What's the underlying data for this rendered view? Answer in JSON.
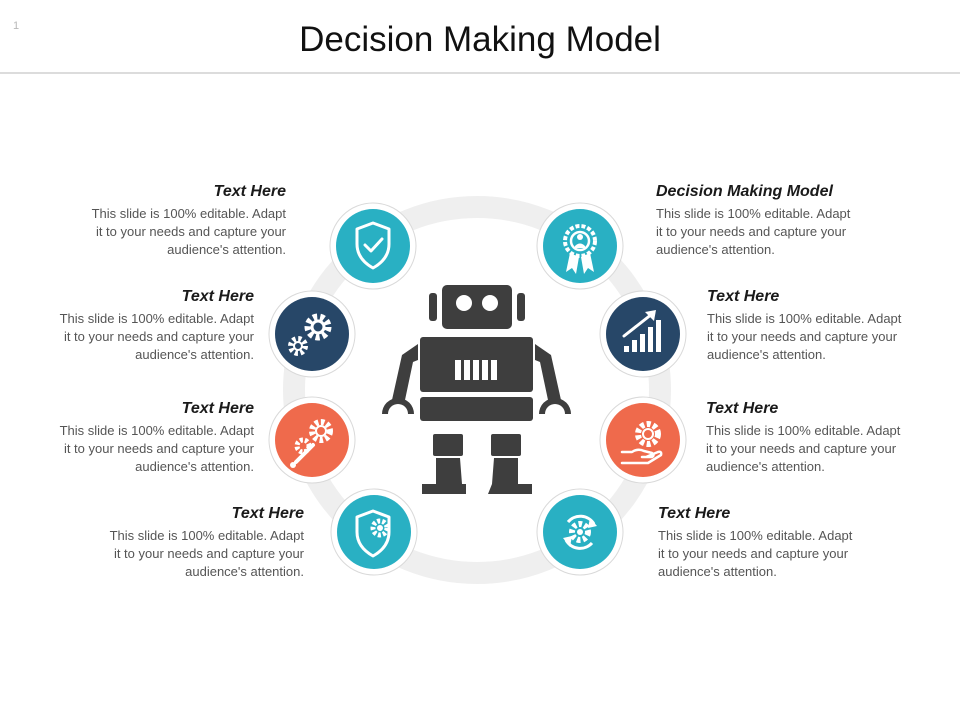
{
  "page": {
    "slide_number": "1",
    "title": "Decision Making Model"
  },
  "colors": {
    "teal": "#29b0c3",
    "navy": "#274768",
    "orange": "#ef6a4c",
    "robot": "#3e3e3e",
    "ring": "#efefef"
  },
  "items": [
    {
      "id": "top-left",
      "heading": "Text Here",
      "body_lines": [
        "This slide is 100% editable. Adapt",
        "it to your needs and capture your",
        "audience's attention."
      ],
      "icon": "shield-check-icon",
      "color": "teal"
    },
    {
      "id": "upper-mid-left",
      "heading": "Text Here",
      "body_lines": [
        "This slide is 100% editable. Adapt",
        "it to your needs and capture your",
        "audience's attention."
      ],
      "icon": "gears-icon",
      "color": "navy"
    },
    {
      "id": "lower-mid-left",
      "heading": "Text Here",
      "body_lines": [
        "This slide is 100% editable. Adapt",
        "it to your needs and capture your",
        "audience's attention."
      ],
      "icon": "gear-wrench-icon",
      "color": "orange"
    },
    {
      "id": "bottom-left",
      "heading": "Text Here",
      "body_lines": [
        "This slide is 100% editable. Adapt",
        "it to your needs and capture your",
        "audience's attention."
      ],
      "icon": "shield-gear-icon",
      "color": "teal"
    },
    {
      "id": "top-right",
      "heading": "Decision Making Model",
      "body_lines": [
        "This slide is 100% editable. Adapt",
        "it to your needs and capture your",
        "audience's attention."
      ],
      "icon": "award-ribbon-icon",
      "color": "teal"
    },
    {
      "id": "upper-mid-right",
      "heading": "Text Here",
      "body_lines": [
        "This slide is 100% editable. Adapt",
        "it to your needs and capture your",
        "audience's attention."
      ],
      "icon": "growth-chart-icon",
      "color": "navy"
    },
    {
      "id": "lower-mid-right",
      "heading": "Text Here",
      "body_lines": [
        "This slide is 100% editable. Adapt",
        "it to your needs and capture your",
        "audience's attention."
      ],
      "icon": "hand-gear-icon",
      "color": "orange"
    },
    {
      "id": "bottom-right",
      "heading": "Text Here",
      "body_lines": [
        "This slide is 100% editable. Adapt",
        "it to your needs and capture your",
        "audience's attention."
      ],
      "icon": "gear-cycle-icon",
      "color": "teal"
    }
  ]
}
